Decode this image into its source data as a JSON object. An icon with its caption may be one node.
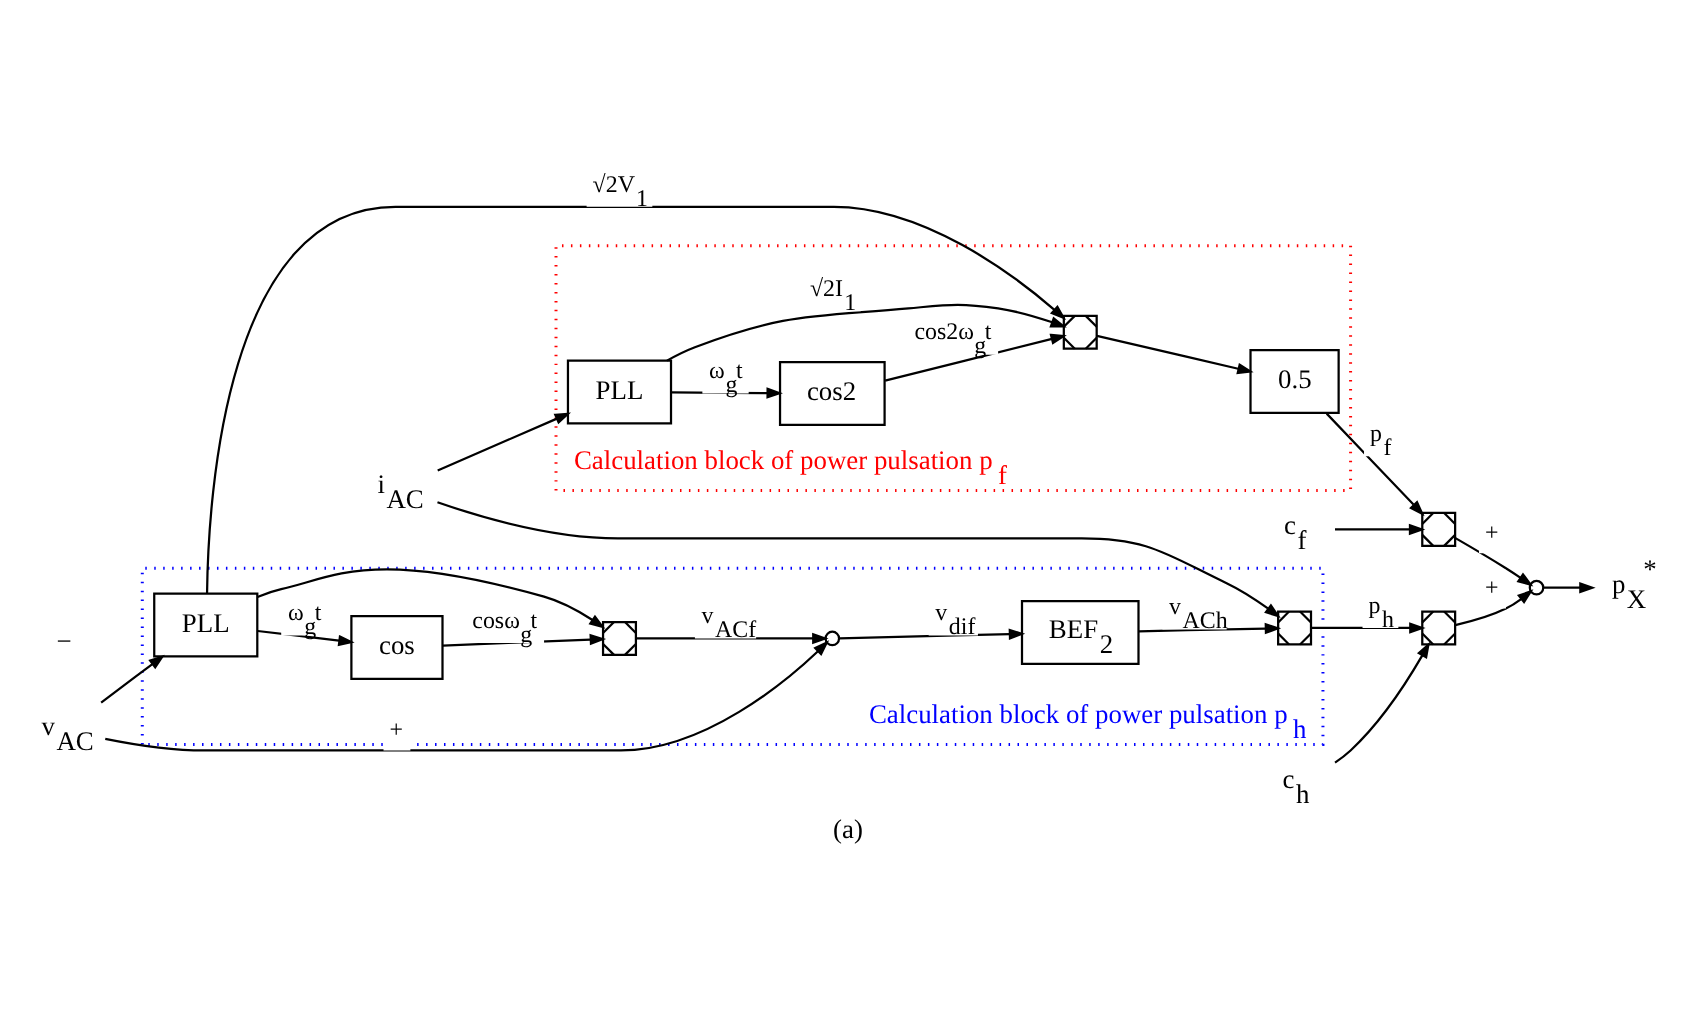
{
  "diagram": {
    "caption": "(a)",
    "nodes": [
      {
        "text": [
          "Calculation block of power pulsation p$_{f}$"
        ]
      },
      {
        "text": [
          "Calculation block of power pulsation p$_{h}$"
        ]
      },
      {
        "text": [
          "i$_{AC}$"
        ]
      },
      {
        "text": [
          "v$_{AC}$"
        ]
      },
      {
        "text": [
          "PLL"
        ],
        "in": 0
      },
      {
        "text": [
          "cos2"
        ],
        "in": 0
      },
      {
        "text": [],
        "shape": "box",
        "in": 0
      },
      {
        "text": [
          "0.5"
        ],
        "in": 0
      },
      {
        "text": [
          "PLL"
        ],
        "in": 1
      },
      {
        "text": [
          "cos"
        ],
        "in": 1
      },
      {
        "text": [],
        "shape": "box",
        "in": 1
      },
      {
        "text": [],
        "shape": "circle",
        "in": 1
      },
      {
        "text": [
          "BEF$_{2}$"
        ],
        "in": 1
      },
      {
        "text": [],
        "shape": "box",
        "in": 1
      },
      {
        "text": [
          "c$_{f}$"
        ]
      },
      {
        "text": [
          "c$_{h}$"
        ]
      },
      {
        "text": [],
        "shape": "box"
      },
      {
        "text": [],
        "shape": "box"
      },
      {
        "text": [],
        "shape": "circle"
      },
      {
        "text": [
          "p$_{X}$$^{*}$"
        ]
      }
    ],
    "edges": [
      {
        "from": 2,
        "to": 4,
        "arrow": "to"
      },
      {
        "from": 4,
        "to": 5,
        "arrow": "to",
        "label": "ω$_{g}$t"
      },
      {
        "from": 5,
        "to": 6,
        "arrow": "to",
        "label": "cos2ω$_{g}$t"
      },
      {
        "from": 4,
        "to": 6,
        "arrow": "to",
        "label": "√2I$_{1}$"
      },
      {
        "from": 6,
        "to": 7,
        "arrow": "to"
      },
      {
        "from": 7,
        "to": 16,
        "arrow": "to",
        "label": "p$_{f}$"
      },
      {
        "from": 14,
        "to": 16,
        "arrow": "to"
      },
      {
        "from": 16,
        "to": 18,
        "arrow": "to",
        "label": "+"
      },
      {
        "from": 17,
        "to": 18,
        "arrow": "to",
        "label": "+"
      },
      {
        "from": 18,
        "to": 19,
        "arrow": "to"
      },
      {
        "from": 3,
        "to": 8,
        "arrow": "to"
      },
      {
        "from": 8,
        "to": 9,
        "arrow": "to",
        "label": "ω$_{g}$t"
      },
      {
        "from": 8,
        "to": 6,
        "arrow": "to",
        "label": "√2V$_{1}$"
      },
      {
        "from": 8,
        "to": 10,
        "arrow": "to"
      },
      {
        "from": 9,
        "to": 10,
        "arrow": "to",
        "label": "cosω$_{g}$t"
      },
      {
        "from": 10,
        "to": 11,
        "arrow": "to",
        "label": "v$_{ACf}$"
      },
      {
        "from": 3,
        "to": 11,
        "arrow": "to",
        "label": "+"
      },
      {
        "from": 11,
        "to": 12,
        "arrow": "to",
        "label": "v$_{dif}$"
      },
      {
        "from": 12,
        "to": 13,
        "arrow": "to",
        "label": "v$_{ACh}$"
      },
      {
        "from": 2,
        "to": 13,
        "arrow": "to"
      },
      {
        "from": 13,
        "to": 17,
        "arrow": "to",
        "label": "p$_{h}$"
      },
      {
        "from": 15,
        "to": 17,
        "arrow": "to"
      }
    ],
    "labels": [
      "−"
    ]
  }
}
